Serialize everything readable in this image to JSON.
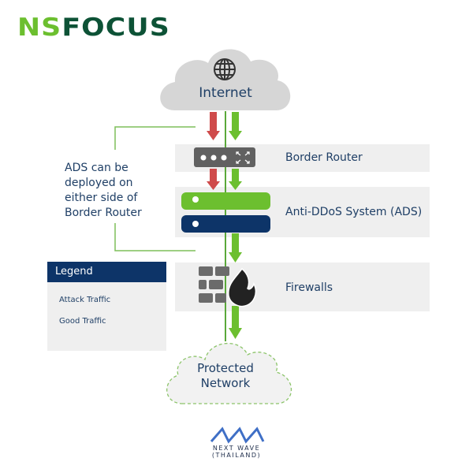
{
  "brand": {
    "logo_part1": "NS",
    "logo_part2": "FOCUS",
    "colors": {
      "ns": "#6cbf2f",
      "focus": "#0d5236"
    }
  },
  "clouds": {
    "internet": {
      "label": "Internet",
      "icon": "globe-icon"
    },
    "protected": {
      "label_line1": "Protected",
      "label_line2": "Network"
    }
  },
  "rows": [
    {
      "label": "Border Router",
      "icon": "router-icon"
    },
    {
      "label": "Anti-DDoS System (ADS)",
      "icon": "server-icon"
    },
    {
      "label": "Firewalls",
      "icon": "firewall-icon"
    }
  ],
  "note": {
    "lines": [
      "ADS can be",
      "deployed on",
      "either side of",
      "Border Router"
    ]
  },
  "legend": {
    "title": "Legend",
    "items": [
      {
        "label": "Attack Traffic",
        "color": "#cf4b4b"
      },
      {
        "label": "Good Traffic",
        "color": "#6cbf2f"
      }
    ]
  },
  "footer_brand": {
    "line1": "NEXT WAVE",
    "line2": "(THAILAND)"
  },
  "colors": {
    "attack": "#cf4b4b",
    "good": "#6cbf2f",
    "navy": "#0d3468",
    "text": "#1f3f66"
  }
}
